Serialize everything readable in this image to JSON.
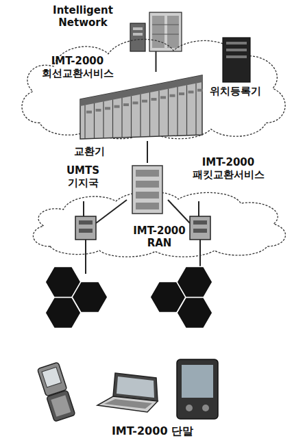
{
  "diagram": {
    "nodes": [
      {
        "text": [
          "Intelligent Network"
        ]
      },
      {
        "text": [
          "IMT-2000 회선교환서비스"
        ]
      },
      {
        "text": [
          "위치등록기"
        ],
        "in": 1
      },
      {
        "text": [
          "교환기"
        ],
        "in": 1
      },
      {
        "text": [
          "IMT-2000 RAN"
        ]
      },
      {
        "text": [
          "UMTS 기지국"
        ],
        "in": 4
      }
    ],
    "edges": [
      {
        "from": 0,
        "to": 3,
        "arrow": "none"
      },
      {
        "from": 3,
        "to": 5,
        "arrow": "none"
      }
    ],
    "labels": [
      "IMT-2000 패킷교환서비스",
      "IMT-2000 단말"
    ]
  }
}
